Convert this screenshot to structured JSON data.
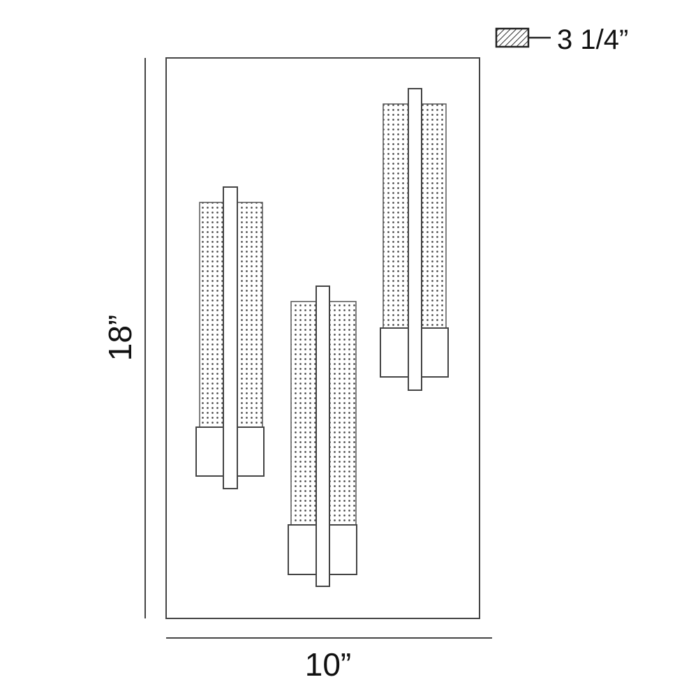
{
  "legend": {
    "depth_label": "3 1/4”",
    "hatch_icon": "hatched-rectangle-icon"
  },
  "dimensions": {
    "height_label": "18”",
    "width_label": "10”"
  },
  "colors": {
    "line": "#333333",
    "text": "#111111",
    "background": "#ffffff"
  }
}
